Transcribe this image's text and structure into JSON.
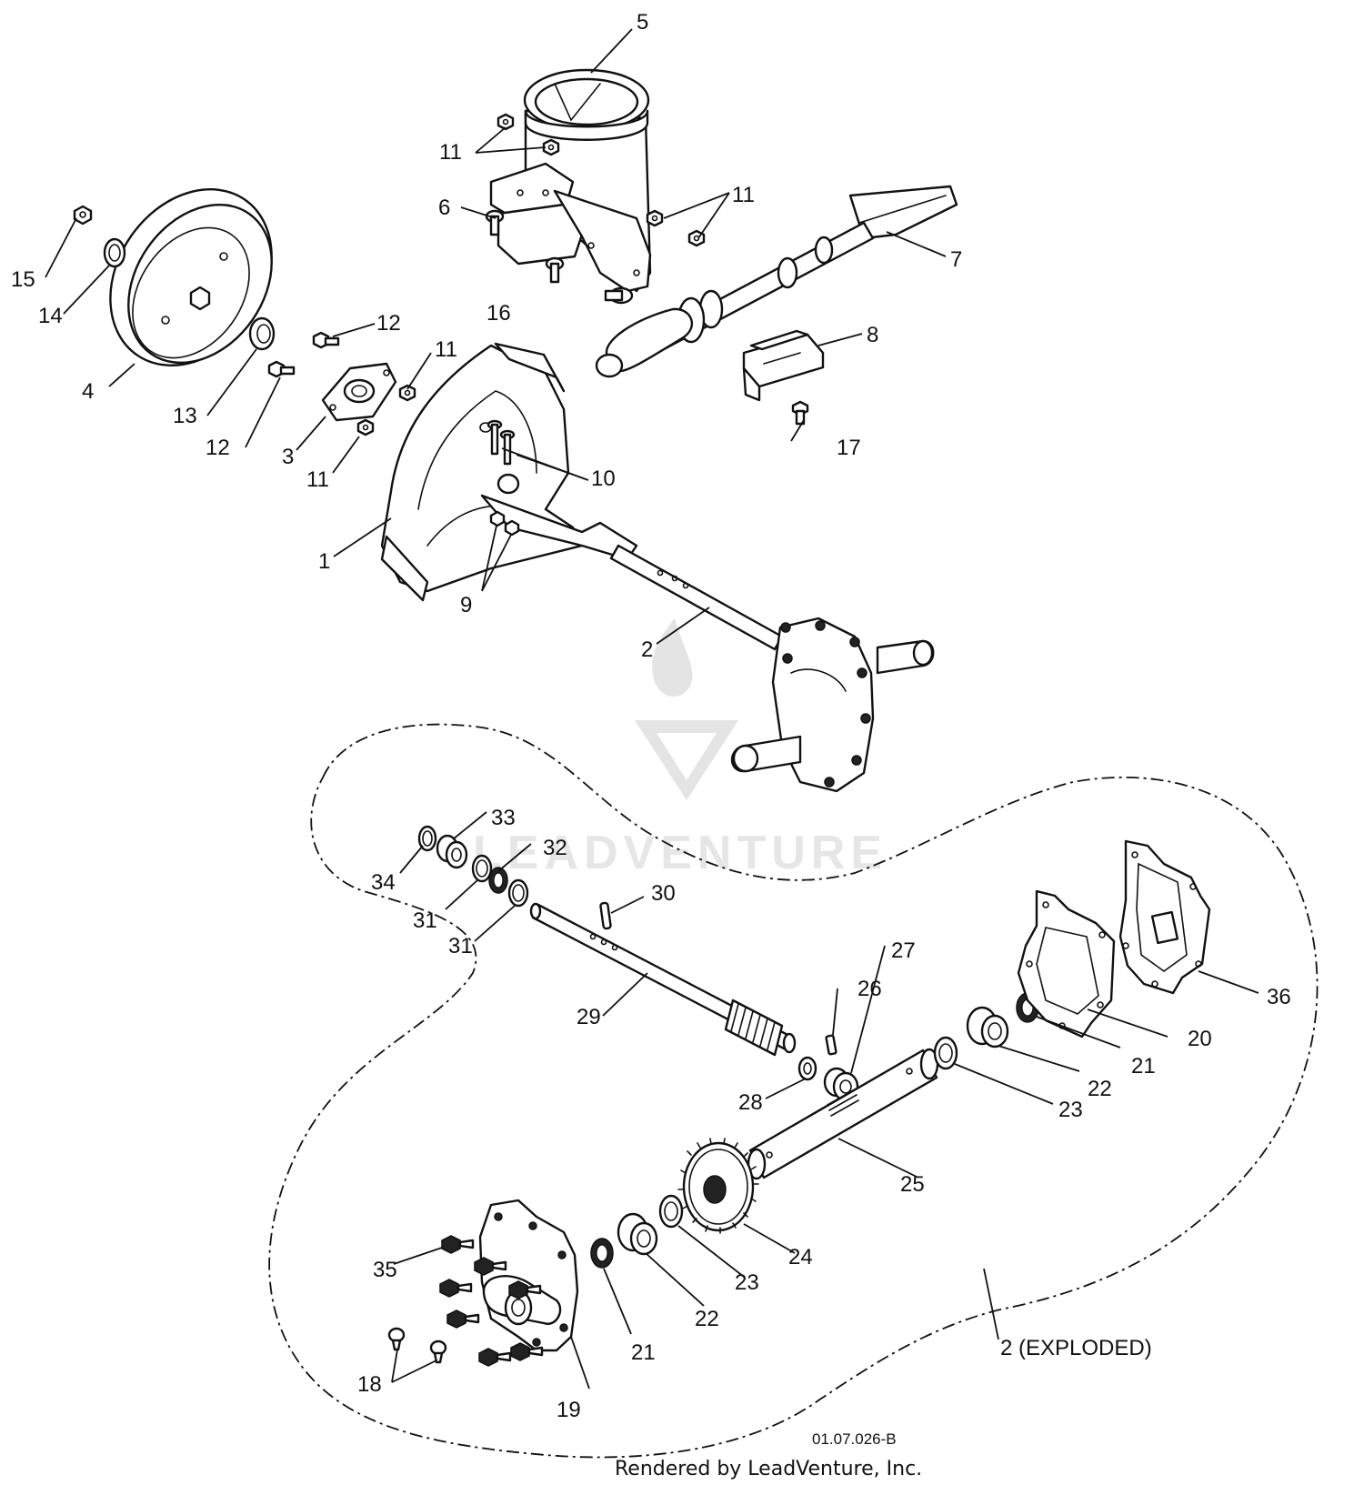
{
  "watermark": {
    "text": "LEADVENTURE"
  },
  "drawing_code": "01.07.026-B",
  "credit": "Rendered by LeadVenture, Inc.",
  "callouts": {
    "c1": "1",
    "c2": "2",
    "c3": "3",
    "c4": "4",
    "c5": "5",
    "c6": "6",
    "c7": "7",
    "c8": "8",
    "c9": "9",
    "c10": "10",
    "c11a": "11",
    "c11b": "11",
    "c11c": "11",
    "c11d": "11",
    "c12a": "12",
    "c12b": "12",
    "c13": "13",
    "c14": "14",
    "c15": "15",
    "c16": "16",
    "c17": "17",
    "c18": "18",
    "c19": "19",
    "c20": "20",
    "c21a": "21",
    "c21b": "21",
    "c22a": "22",
    "c22b": "22",
    "c23a": "23",
    "c23b": "23",
    "c24": "24",
    "c25": "25",
    "c26": "26",
    "c27": "27",
    "c28": "28",
    "c29": "29",
    "c30": "30",
    "c31a": "31",
    "c31b": "31",
    "c32": "32",
    "c33": "33",
    "c34": "34",
    "c35": "35",
    "c36": "36",
    "exploded": "2 (EXPLODED)"
  }
}
